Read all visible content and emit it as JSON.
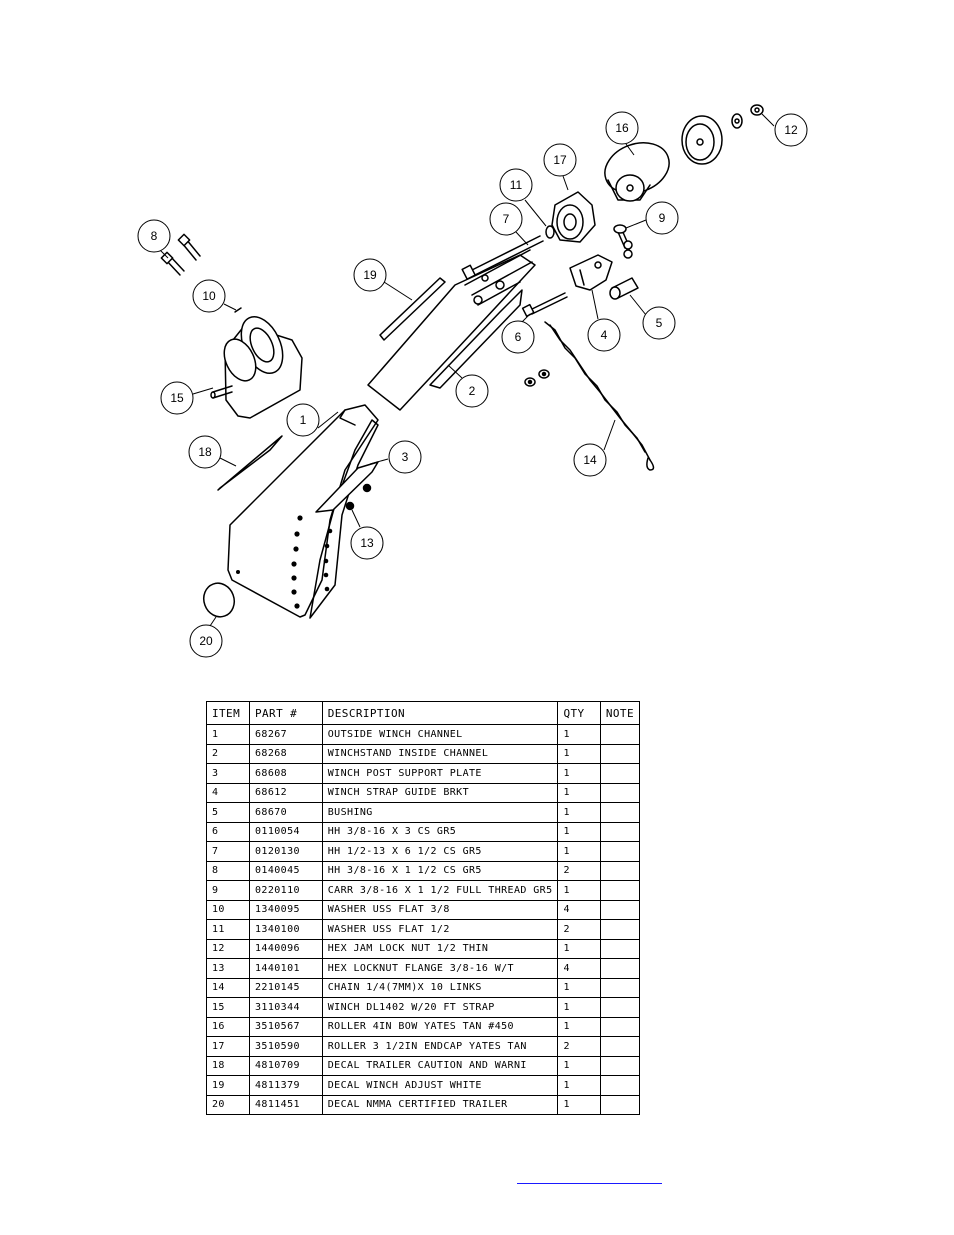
{
  "callouts": [
    "1",
    "2",
    "3",
    "4",
    "5",
    "6",
    "7",
    "8",
    "9",
    "10",
    "11",
    "12",
    "13",
    "14",
    "15",
    "16",
    "17",
    "18",
    "19",
    "20"
  ],
  "table": {
    "headers": [
      "ITEM",
      "PART #",
      "DESCRIPTION",
      "QTY",
      "NOTE"
    ],
    "rows": [
      [
        "1",
        "68267",
        "OUTSIDE WINCH CHANNEL",
        "1",
        ""
      ],
      [
        "2",
        "68268",
        "WINCHSTAND   INSIDE CHANNEL",
        "1",
        ""
      ],
      [
        "3",
        "68608",
        "WINCH POST SUPPORT PLATE",
        "1",
        ""
      ],
      [
        "4",
        "68612",
        "WINCH STRAP GUIDE BRKT",
        "1",
        ""
      ],
      [
        "5",
        "68670",
        "BUSHING",
        "1",
        ""
      ],
      [
        "6",
        "0110054",
        "HH 3/8-16 X 3 CS GR5",
        "1",
        ""
      ],
      [
        "7",
        "0120130",
        "HH 1/2-13 X 6 1/2 CS GR5",
        "1",
        ""
      ],
      [
        "8",
        "0140045",
        "HH 3/8-16 X 1 1/2 CS GR5",
        "2",
        ""
      ],
      [
        "9",
        "0220110",
        "CARR 3/8-16 X 1 1/2 FULL THREAD GR5",
        "1",
        ""
      ],
      [
        "10",
        "1340095",
        "WASHER USS FLAT 3/8",
        "4",
        ""
      ],
      [
        "11",
        "1340100",
        "WASHER USS FLAT 1/2",
        "2",
        ""
      ],
      [
        "12",
        "1440096",
        "HEX JAM LOCK NUT 1/2 THIN",
        "1",
        ""
      ],
      [
        "13",
        "1440101",
        "HEX LOCKNUT FLANGE 3/8-16 W/T",
        "4",
        ""
      ],
      [
        "14",
        "2210145",
        "CHAIN 1/4(7MM)X 10 LINKS",
        "1",
        ""
      ],
      [
        "15",
        "3110344",
        "WINCH DL1402 W/20 FT STRAP",
        "1",
        ""
      ],
      [
        "16",
        "3510567",
        "ROLLER 4IN BOW YATES TAN #450",
        "1",
        ""
      ],
      [
        "17",
        "3510590",
        "ROLLER 3 1/2IN ENDCAP YATES TAN",
        "2",
        ""
      ],
      [
        "18",
        "4810709",
        "DECAL TRAILER CAUTION AND WARNI",
        "1",
        ""
      ],
      [
        "19",
        "4811379",
        "DECAL WINCH ADJUST WHITE",
        "1",
        ""
      ],
      [
        "20",
        "4811451",
        "DECAL NMMA CERTIFIED TRAILER",
        "1",
        ""
      ]
    ]
  }
}
